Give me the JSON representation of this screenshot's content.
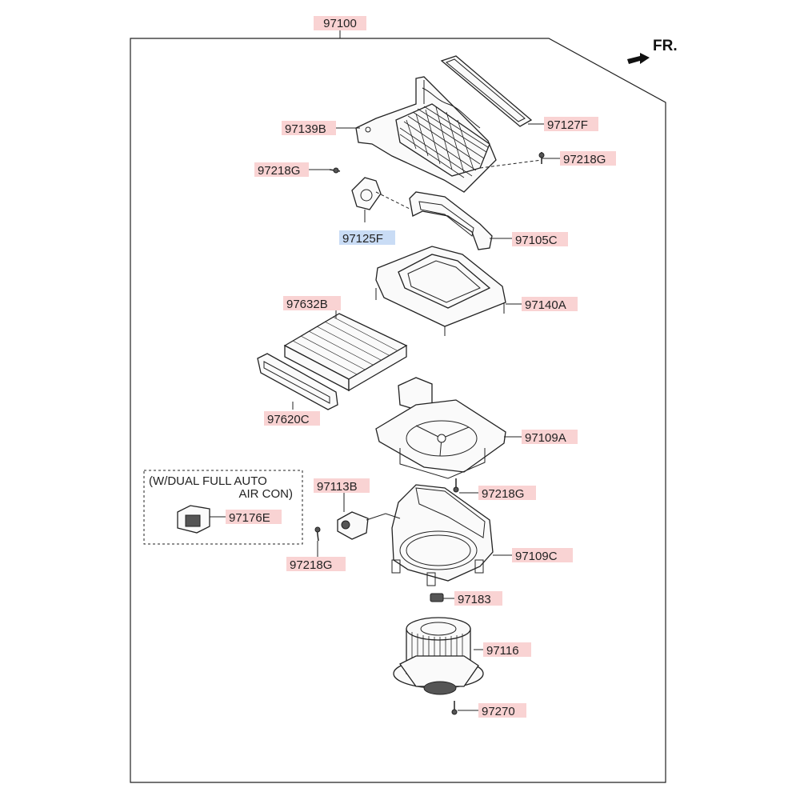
{
  "assembly_label": "97100",
  "direction_label": "FR.",
  "note": {
    "line1": "(W/DUAL FULL AUTO",
    "line2": "AIR CON)"
  },
  "parts": [
    {
      "id": "97127F",
      "highlight": "red"
    },
    {
      "id": "97139B",
      "highlight": "red"
    },
    {
      "id": "97218G",
      "highlight": "red"
    },
    {
      "id": "97218G",
      "highlight": "red"
    },
    {
      "id": "97125F",
      "highlight": "blue"
    },
    {
      "id": "97105C",
      "highlight": "red"
    },
    {
      "id": "97632B",
      "highlight": "red"
    },
    {
      "id": "97140A",
      "highlight": "red"
    },
    {
      "id": "97620C",
      "highlight": "red"
    },
    {
      "id": "97109A",
      "highlight": "red"
    },
    {
      "id": "97113B",
      "highlight": "red"
    },
    {
      "id": "97218G",
      "highlight": "red"
    },
    {
      "id": "97176E",
      "highlight": "red"
    },
    {
      "id": "97109C",
      "highlight": "red"
    },
    {
      "id": "97218G",
      "highlight": "red"
    },
    {
      "id": "97183",
      "highlight": "red"
    },
    {
      "id": "97116",
      "highlight": "red"
    },
    {
      "id": "97270",
      "highlight": "red"
    }
  ]
}
